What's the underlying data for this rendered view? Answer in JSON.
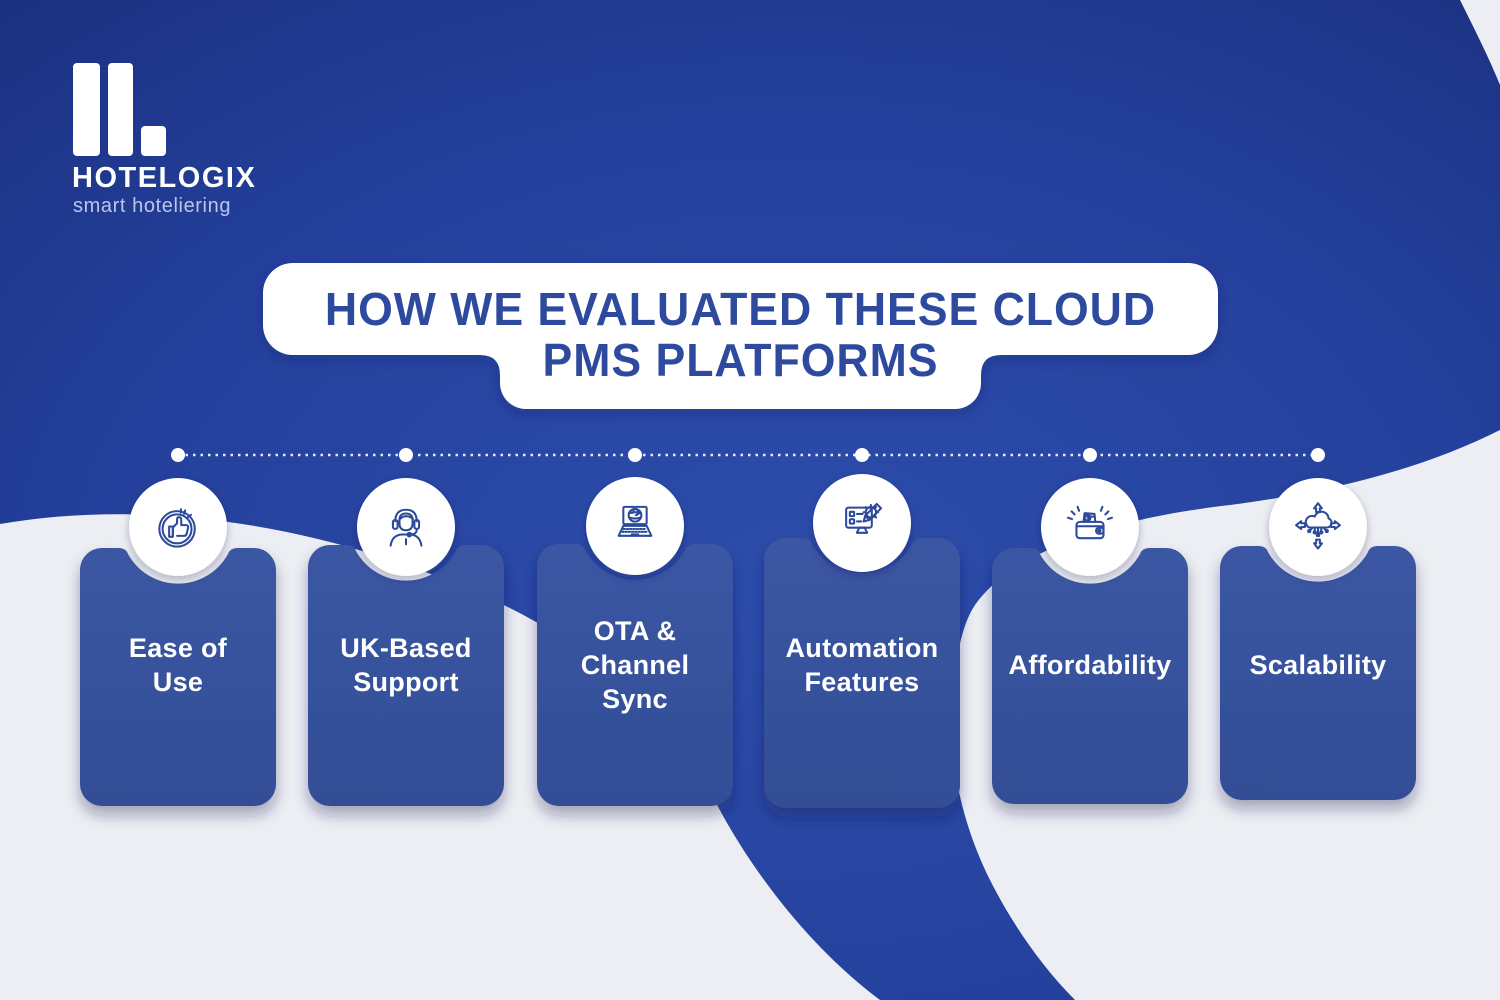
{
  "brand": {
    "name": "HOTELOGIX",
    "tagline": "smart hoteliering"
  },
  "title": {
    "line1": "HOW WE EVALUATED THESE CLOUD",
    "line2": "PMS PLATFORMS"
  },
  "criteria": [
    {
      "label": "Ease of\nUse",
      "icon": "thumbs-up-click-icon"
    },
    {
      "label": "UK-Based\nSupport",
      "icon": "support-agent-headset-icon"
    },
    {
      "label": "OTA &\nChannel\nSync",
      "icon": "laptop-globe-icon"
    },
    {
      "label": "Automation\nFeatures",
      "icon": "monitor-gear-pencil-icon"
    },
    {
      "label": "Affordability",
      "icon": "wallet-money-icon"
    },
    {
      "label": "Scalability",
      "icon": "cloud-scale-arrows-icon"
    }
  ],
  "colors": {
    "background_blue_dark": "#192d7a",
    "background_blue_mid": "#24409c",
    "background_blue_light": "#2d4dab",
    "card_blue": "#37539e",
    "light_gray_blob": "#eceef3",
    "title_text_blue": "#2d4a9e",
    "icon_stroke_blue": "#2b4a9b",
    "white": "#ffffff",
    "tagline_blue": "#b9c6ea"
  }
}
